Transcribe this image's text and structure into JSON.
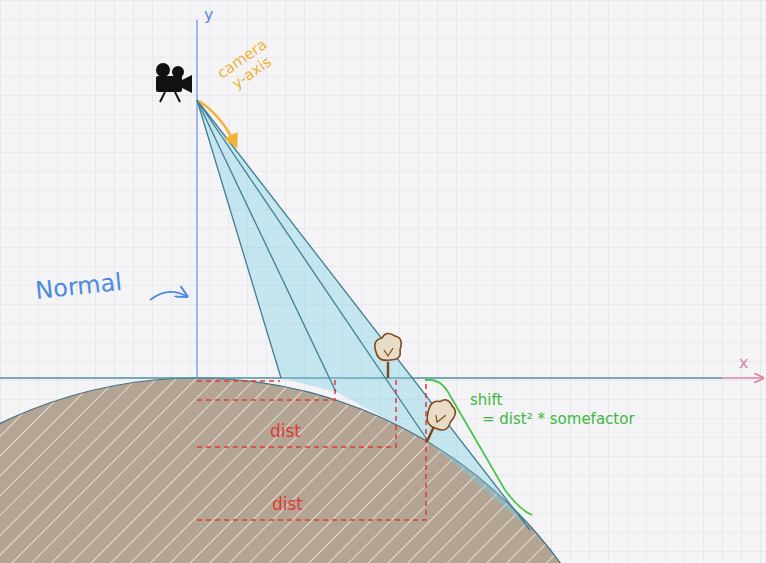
{
  "diagram": {
    "labels": [
      "y",
      "camera y-axis",
      "Normal",
      "x",
      "dist",
      "dist",
      "shift",
      "= dist² * somefactor"
    ]
  }
}
